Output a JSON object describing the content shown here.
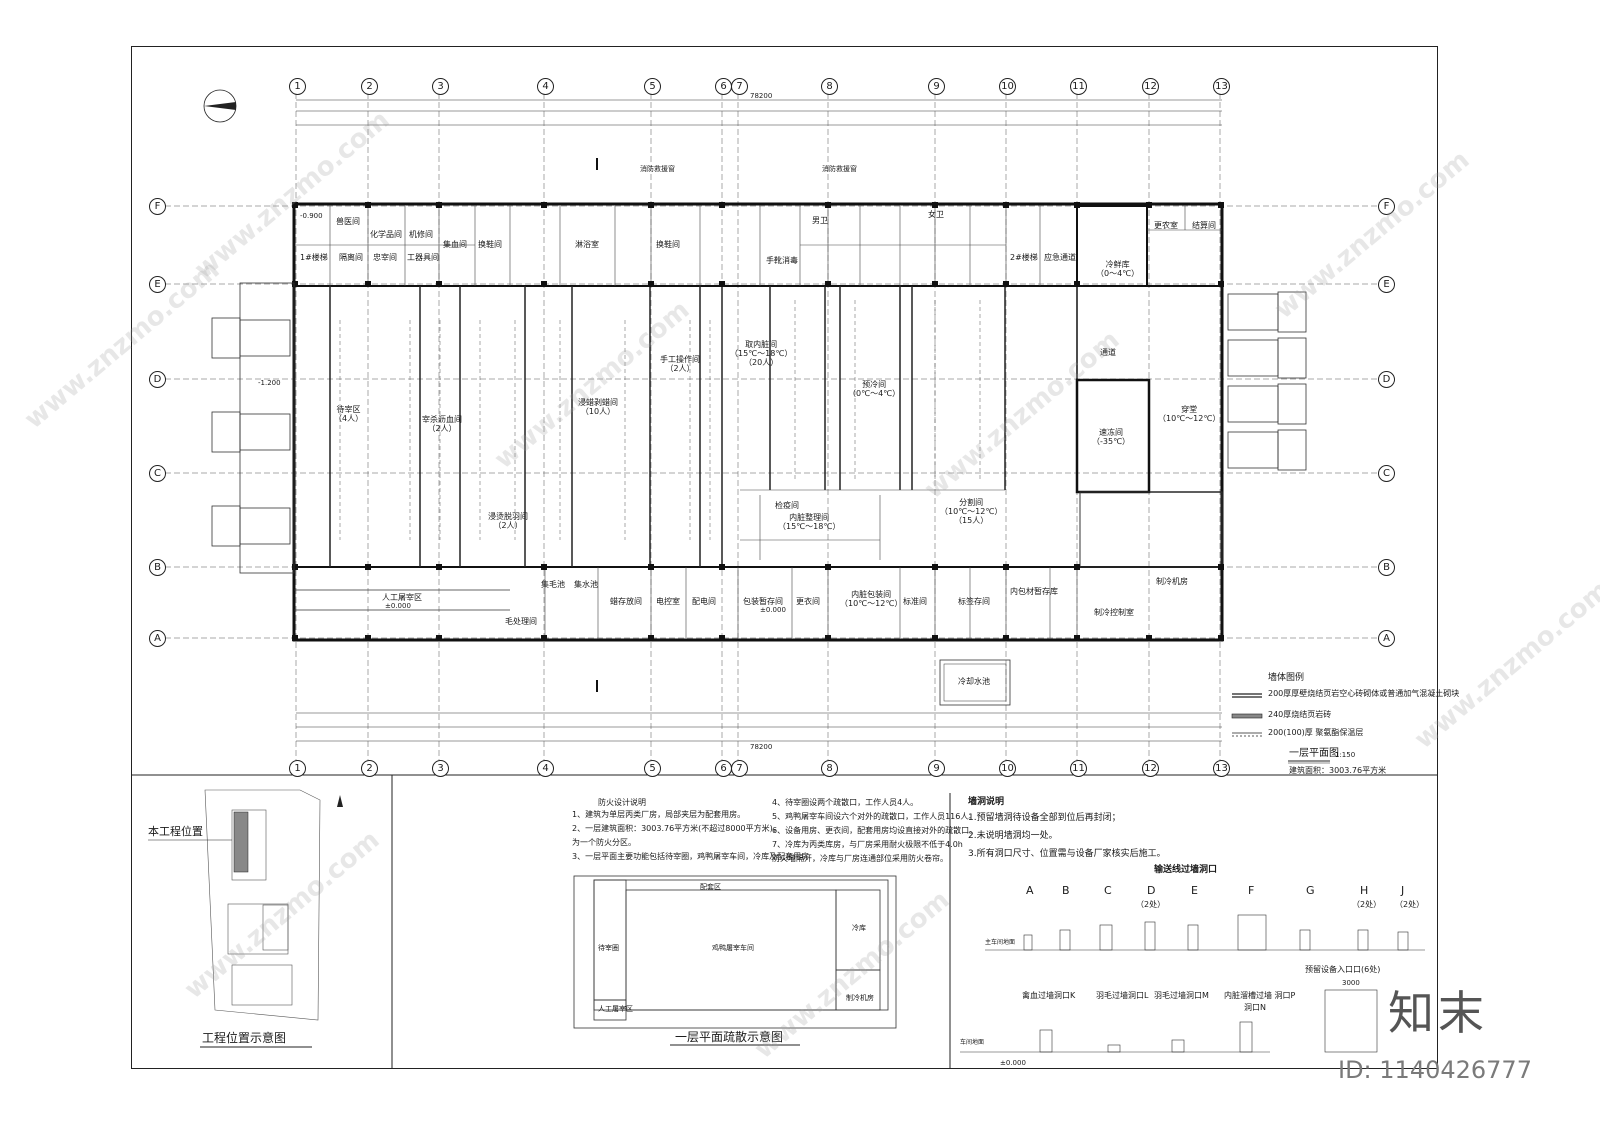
{
  "plan": {
    "title": "一层平面图",
    "scale": "1:150",
    "area": "建筑面积：3003.76平方米",
    "overall_dim": "78200",
    "axes_cols": [
      "1",
      "2",
      "3",
      "4",
      "5",
      "6",
      "7",
      "8",
      "9",
      "10",
      "11",
      "12",
      "13"
    ],
    "axes_rows": [
      "F",
      "E",
      "D",
      "C",
      "B",
      "A"
    ],
    "rooms": [
      {
        "id": "r1",
        "text": "1#楼梯"
      },
      {
        "id": "r2",
        "text": "隔离间"
      },
      {
        "id": "r3",
        "text": "兽医间"
      },
      {
        "id": "r4",
        "text": "化学品间"
      },
      {
        "id": "r5",
        "text": "忠宰间"
      },
      {
        "id": "r6",
        "text": "机修间"
      },
      {
        "id": "r7",
        "text": "工器具间"
      },
      {
        "id": "r8",
        "text": "集血间"
      },
      {
        "id": "r9",
        "text": "换鞋间"
      },
      {
        "id": "r10",
        "text": "待宰区\n（4人）"
      },
      {
        "id": "r11",
        "text": "宰杀沥血间\n（2人）"
      },
      {
        "id": "r12",
        "text": "浸烫脱羽间\n（2人）"
      },
      {
        "id": "r13",
        "text": "浸蜡剥蜡间\n（10人）"
      },
      {
        "id": "r14",
        "text": "手工操作间\n（2人）"
      },
      {
        "id": "r15",
        "text": "取内脏间\n（15℃～18℃）\n（20人）"
      },
      {
        "id": "r16",
        "text": "预冷间\n（0℃～4℃）"
      },
      {
        "id": "r17",
        "text": "检疫间"
      },
      {
        "id": "r18",
        "text": "内脏整理间\n（15℃～18℃）"
      },
      {
        "id": "r19",
        "text": "分割间\n（10℃～12℃）\n（15人）"
      },
      {
        "id": "r20",
        "text": "冷鲜库\n（0～4℃）"
      },
      {
        "id": "r21",
        "text": "速冻间\n（-35℃）"
      },
      {
        "id": "r22",
        "text": "穿堂\n（10℃～12℃）"
      },
      {
        "id": "r23",
        "text": "人工屠宰区"
      },
      {
        "id": "r24",
        "text": "毛处理间"
      },
      {
        "id": "r25",
        "text": "集毛池"
      },
      {
        "id": "r26",
        "text": "集水池"
      },
      {
        "id": "r27",
        "text": "蜡存放间"
      },
      {
        "id": "r28",
        "text": "电控室"
      },
      {
        "id": "r29",
        "text": "配电间"
      },
      {
        "id": "r30",
        "text": "包装暂存间"
      },
      {
        "id": "r31",
        "text": "更衣间"
      },
      {
        "id": "r32",
        "text": "内脏包装间\n（10℃～12℃）"
      },
      {
        "id": "r33",
        "text": "标准间"
      },
      {
        "id": "r34",
        "text": "标签存间"
      },
      {
        "id": "r35",
        "text": "内包材暂存库"
      },
      {
        "id": "r36",
        "text": "制冷机房"
      },
      {
        "id": "r37",
        "text": "制冷控制室"
      },
      {
        "id": "r38",
        "text": "冷却水池"
      },
      {
        "id": "r39",
        "text": "2#楼梯"
      },
      {
        "id": "r40",
        "text": "应急通道"
      },
      {
        "id": "r41",
        "text": "通道"
      },
      {
        "id": "r42",
        "text": "更农室"
      },
      {
        "id": "r43",
        "text": "结算间"
      },
      {
        "id": "r44",
        "text": "女卫"
      },
      {
        "id": "r45",
        "text": "男卫"
      },
      {
        "id": "r46",
        "text": "换鞋间"
      },
      {
        "id": "r47",
        "text": "淋浴室"
      },
      {
        "id": "r48",
        "text": "手靴消毒"
      }
    ],
    "elev_labels": [
      "±0.000",
      "-0.900",
      "-1.200",
      "±0.000"
    ],
    "top_note_left": "消防救援窗",
    "top_note_right": "消防救援窗"
  },
  "legend": {
    "title": "墙体图例",
    "items": [
      "200厚厚壁烧结页岩空心砖砌体或普通加气混凝土砌块",
      "240厚烧结页岩砖",
      "200(100)厚 聚氨酯保温层"
    ]
  },
  "location_map": {
    "label": "本工程位置",
    "title": "工程位置示意图"
  },
  "fire_notes": {
    "heading": "防火设计说明",
    "col1": [
      "1、建筑为单层丙类厂房，局部夹层为配套用房。",
      "2、一层建筑面积：3003.76平方米(不超过8000平方米)，",
      "   为一个防火分区。",
      "3、一层平面主要功能包括待宰圈，鸡鸭屠宰车间，冷库及配套用房"
    ],
    "col2": [
      "4、待宰圈设两个疏散口，工作人员4人。",
      "5、鸡鸭屠宰车间设六个对外的疏散口，工作人员116人。",
      "6、设备用房、更衣间，配套用房均设直接对外的疏散口。",
      "7、冷库为丙类库房，与厂房采用耐火极限不低于4.0h",
      "   防火墙隔开，冷库与厂房连通部位采用防火卷帘。"
    ]
  },
  "evac": {
    "title": "一层平面疏散示意图",
    "zones": [
      "配套区",
      "待宰圈",
      "鸡鸭屠宰车间",
      "冷库",
      "制冷机房",
      "人工屠宰区"
    ]
  },
  "wall_notes": {
    "heading": "墙洞说明",
    "items": [
      "1.预留墙洞待设备全部到位后再封闭；",
      "2.未说明墙洞均一处。",
      "3.所有洞口尺寸、位置需与设备厂家核实后施工。"
    ],
    "conveyor_title": "输送线过墙洞口",
    "letters": [
      "A",
      "B",
      "C",
      "D",
      "E",
      "F",
      "G",
      "H",
      "J"
    ],
    "counts": {
      "D": "（2处）",
      "H": "（2处）",
      "J": "（2处）"
    },
    "ground_label": "车间地面",
    "main_ground_label": "主车间地面",
    "reserved": "预留设备入口口(6处)",
    "reserved_dim": "3000",
    "row2": [
      "禽血过墙洞口K",
      "羽毛过墙洞口L",
      "羽毛过墙洞口M",
      "内脏溜槽过墙 洞口P",
      "洞口N"
    ],
    "elev": "±0.000"
  },
  "watermark": {
    "brand": "知末",
    "id": "ID: 1140426777",
    "site": "www.znzmo.com"
  }
}
